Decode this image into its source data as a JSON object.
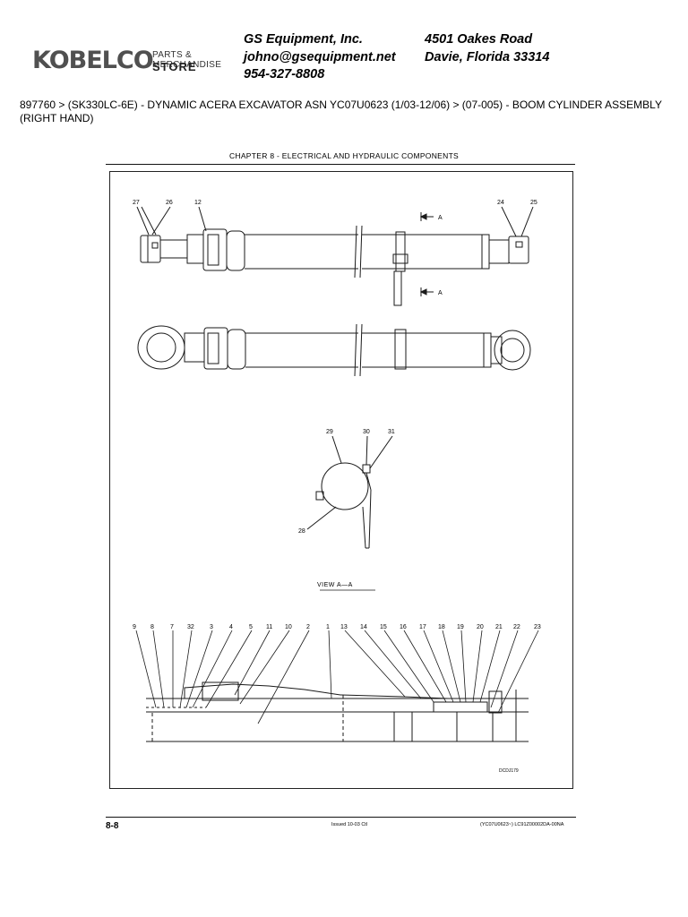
{
  "store": {
    "logo": "KOBELCO",
    "tagline": "PARTS & MERCHANDISE",
    "store_label": "STORE"
  },
  "contact": {
    "company": "GS Equipment, Inc.",
    "email": "johno@gsequipment.net",
    "phone": "954-327-8808",
    "street": "4501 Oakes Road",
    "city": "Davie, Florida 33314"
  },
  "breadcrumb": "897760 > (SK330LC-6E) - DYNAMIC ACERA EXCAVATOR ASN YC07U0623 (1/03-12/06) > (07-005) - BOOM CYLINDER ASSEMBLY (RIGHT HAND)",
  "sheet": {
    "chapter_title": "CHAPTER 8 - ELECTRICAL AND HYDRAULIC COMPONENTS",
    "drawing_code": "DCDJ179",
    "page_number": "8-8",
    "issued": "Issued 10-03   Ctl",
    "doc_code": "(YC07U0623~)   LC91Z00002DA-00NA"
  },
  "diagram": {
    "section_marker": "A",
    "view_label": "VIEW  A—A",
    "top_callouts": [
      "27",
      "26",
      "12",
      "24",
      "25"
    ],
    "view_callouts": [
      "29",
      "30",
      "31",
      "28"
    ],
    "bottom_callouts": [
      "9",
      "8",
      "7",
      "32",
      "3",
      "4",
      "5",
      "11",
      "10",
      "2",
      "1",
      "13",
      "14",
      "15",
      "16",
      "17",
      "18",
      "19",
      "20",
      "21",
      "22",
      "23"
    ]
  }
}
